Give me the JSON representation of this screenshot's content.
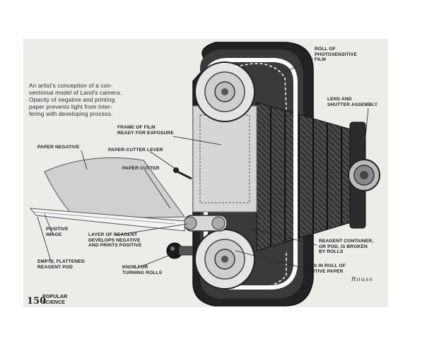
{
  "caption": "An artist's conception of a con-\nventional model of Land's camera.\nOpacity of negative and printing\npaper prevents light from inter-\nfering with developing process.",
  "labels": {
    "roll_of_film": "ROLL OF\nPHOTOSENSITIVE\nFILM",
    "lens_shutter": "LENS AND\nSHUTTER ASSEMBLY",
    "frame_of_film": "FRAME OF FILM\nREADY FOR EXPOSURE",
    "paper_negative": "PAPER NEGATIVE",
    "paper_cutter_lever": "PAPER-CUTTER LEVER",
    "paper_cutter": "PAPER CUTTER",
    "positive_image": "POSITIVE\nIMAGE",
    "layer_of_reagent": "LAYER OF REAGENT\nDEVELOPS NEGATIVE\nAND PRINTS POSITIVE",
    "reagent_container": "REAGENT CONTAINER,\nOR POD, IS BROKEN\nBY ROLLS",
    "empty_pod": "EMPTY, FLATTENED\nREAGENT POD",
    "knob": "KNOB FOR\nTURNING ROLLS",
    "pods_in_roll": "PODS IN ROLL OF\nPOSITIVE PAPER"
  },
  "footer": {
    "page_number": "150",
    "magazine": "POPULAR\nSCIENCE",
    "signature": "Rouss"
  }
}
